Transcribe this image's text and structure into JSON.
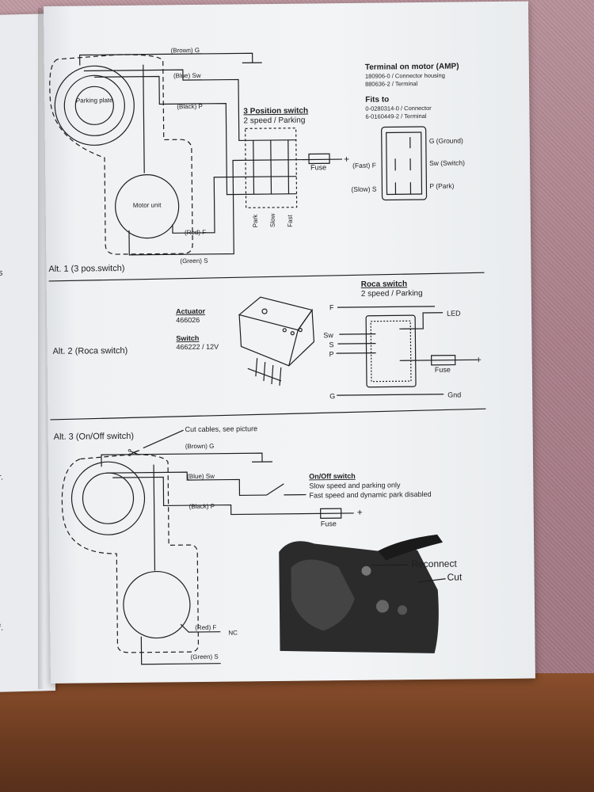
{
  "left_page_fragments": [
    "s",
    "r.",
    "f."
  ],
  "alt1": {
    "label": "Alt. 1 (3 pos.switch)",
    "wires": {
      "brown": "(Brown) G",
      "blue": "(Blue) Sw",
      "black": "(Black) P",
      "red": "(Red) F",
      "green": "(Green) S"
    },
    "parking_plate": "Parking plate",
    "motor_unit": "Motor unit",
    "switch_title": "3 Position switch",
    "switch_sub": "2 speed / Parking",
    "fuse": "Fuse",
    "positions": [
      "Park",
      "Slow",
      "Fast"
    ],
    "terminal_title": "Terminal on motor (AMP)",
    "terminal_lines": [
      "180906-0 / Connector housing",
      "880636-2 / Terminal"
    ],
    "fits_title": "Fits to",
    "fits_lines": [
      "0-0280314-0 / Connector",
      "6-0160449-2 / Terminal"
    ],
    "pins_left": [
      "(Fast) F",
      "(Slow) S"
    ],
    "pins_right": [
      "G (Ground)",
      "Sw (Switch)",
      "P (Park)"
    ]
  },
  "alt2": {
    "label": "Alt. 2 (Roca switch)",
    "actuator_title": "Actuator",
    "actuator_no": "466026",
    "switch_title": "Switch",
    "switch_no": "466222 / 12V",
    "roca_title": "Roca switch",
    "roca_sub": "2 speed / Parking",
    "pins": [
      "F",
      "Sw",
      "S",
      "P",
      "G"
    ],
    "led": "LED",
    "fuse": "Fuse",
    "gnd": "Gnd"
  },
  "alt3": {
    "label": "Alt. 3 (On/Off switch)",
    "cut_note": "Cut cables, see picture",
    "wires": {
      "brown": "(Brown) G",
      "blue": "(Blue) Sw",
      "black": "(Black) P",
      "red": "(Red) F",
      "green": "(Green) S"
    },
    "nc": "NC",
    "switch_title": "On/Off switch",
    "switch_lines": [
      "Slow speed and parking only",
      "Fast speed and dynamic park disabled"
    ],
    "fuse": "Fuse",
    "reconnect": "Reconnect",
    "cut": "Cut"
  },
  "colors": {
    "ink": "#1e1e1e",
    "paper": "#f2f4f5"
  }
}
